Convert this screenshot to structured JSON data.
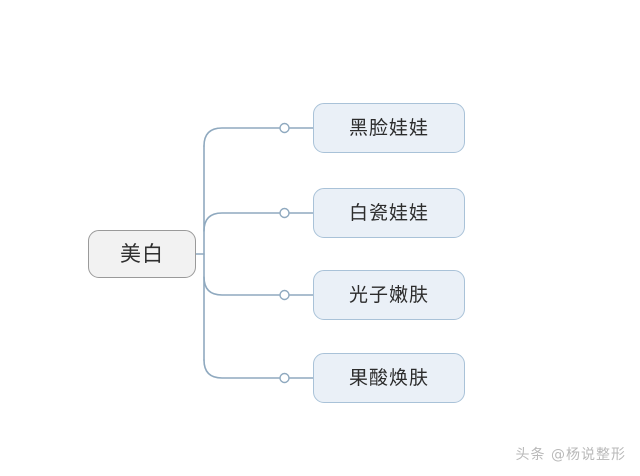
{
  "diagram": {
    "type": "mindmap",
    "background_color": "#ffffff",
    "root": {
      "label": "美白",
      "fill_color": "#f2f2f2",
      "border_color": "#9a9a9a"
    },
    "children": [
      {
        "label": "黑脸娃娃",
        "fill_color": "#eaf0f7",
        "border_color": "#a9c2d8"
      },
      {
        "label": "白瓷娃娃",
        "fill_color": "#eaf0f7",
        "border_color": "#a9c2d8"
      },
      {
        "label": "光子嫩肤",
        "fill_color": "#eaf0f7",
        "border_color": "#a9c2d8"
      },
      {
        "label": "果酸焕肤",
        "fill_color": "#eaf0f7",
        "border_color": "#a9c2d8"
      }
    ],
    "connector": {
      "line_color": "#8fa9bf",
      "dot_fill": "#ffffff",
      "dot_border": "#8fa9bf"
    }
  },
  "watermark": {
    "text": "头条 @杨说整形",
    "color": "#b9b9b9"
  }
}
